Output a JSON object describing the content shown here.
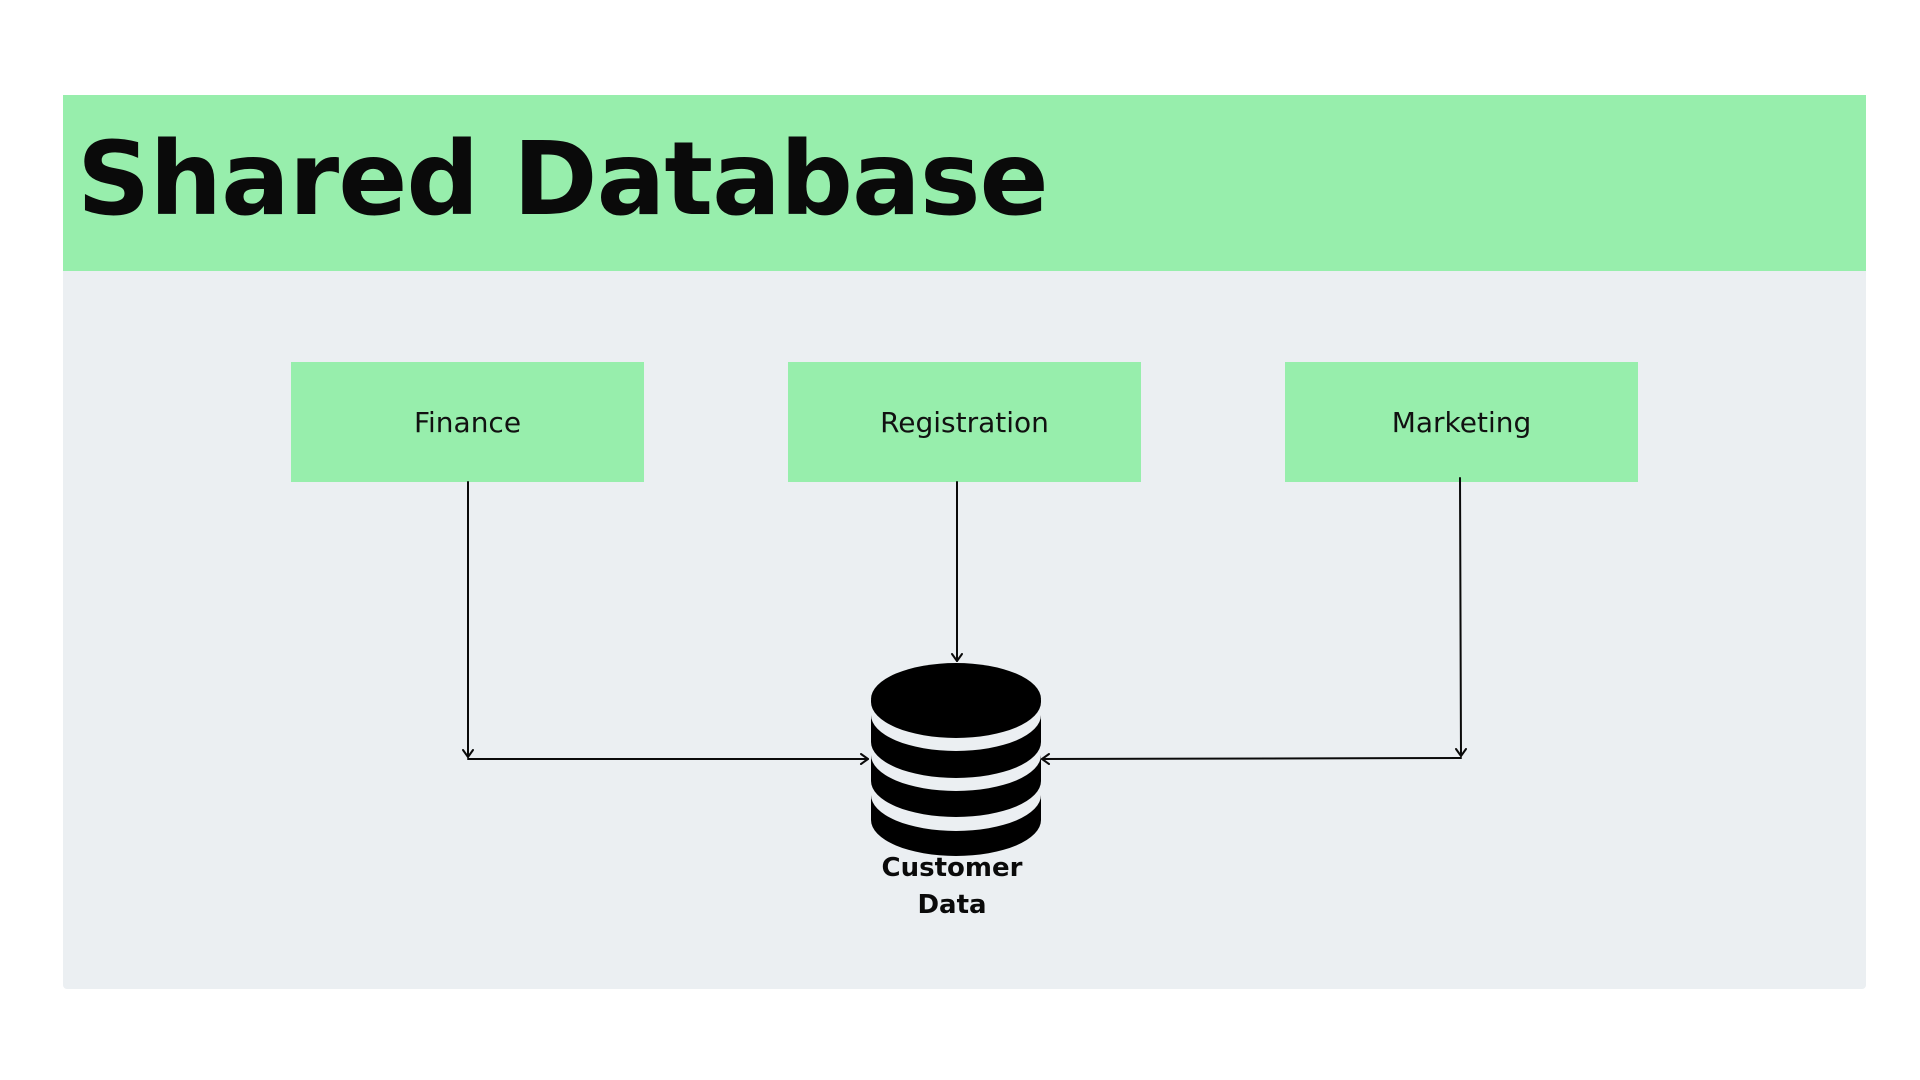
{
  "title": "Shared Database",
  "departments": [
    {
      "label": "Finance"
    },
    {
      "label": "Registration"
    },
    {
      "label": "Marketing"
    }
  ],
  "database": {
    "label_line1": "Customer",
    "label_line2": "Data",
    "icon": "database-icon"
  },
  "colors": {
    "accent_green": "#97eeac",
    "panel_gray": "#ebeff2",
    "ink": "#0a0a0a"
  }
}
